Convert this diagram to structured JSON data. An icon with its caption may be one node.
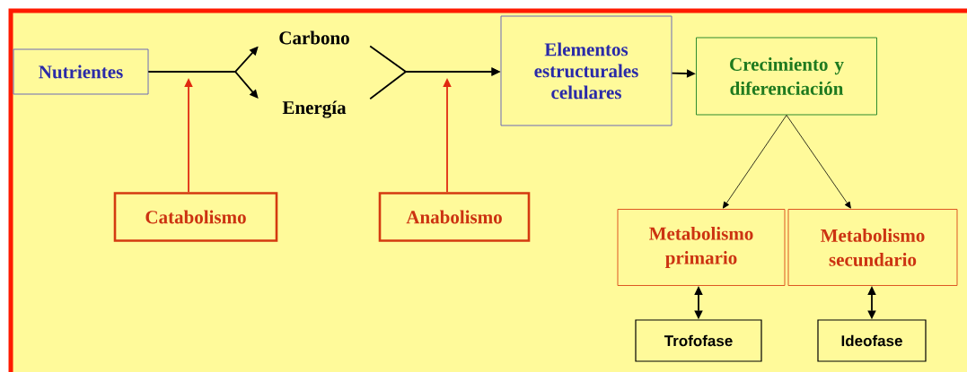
{
  "diagram": {
    "nodes": [
      {
        "text": [
          "Nutrientes"
        ]
      },
      {
        "text": [
          "Carbono"
        ]
      },
      {
        "text": [
          "Energía"
        ]
      },
      {
        "text": [
          "Elementos estructurales celulares"
        ]
      },
      {
        "text": [
          "Crecimiento y diferenciación"
        ]
      },
      {
        "text": [
          "Catabolismo"
        ]
      },
      {
        "text": [
          "Anabolismo"
        ]
      },
      {
        "text": [
          "Metabolismo primario"
        ]
      },
      {
        "text": [
          "Metabolismo secundario"
        ]
      },
      {
        "text": [
          "Trofofase"
        ]
      },
      {
        "text": [
          "Ideofase"
        ]
      }
    ],
    "edges": [
      {
        "from": 0,
        "to": 1,
        "arrow": "to"
      },
      {
        "from": 0,
        "to": 2,
        "arrow": "to"
      },
      {
        "from": 1,
        "to": 3,
        "arrow": "to"
      },
      {
        "from": 2,
        "to": 3,
        "arrow": "to"
      },
      {
        "from": 3,
        "to": 4,
        "arrow": "to"
      },
      {
        "from": 5,
        "to": null,
        "arrow": "to",
        "color": "#e02a10"
      },
      {
        "from": 6,
        "to": null,
        "arrow": "to",
        "color": "#e02a10"
      },
      {
        "from": 4,
        "to": 7,
        "arrow": "to"
      },
      {
        "from": 4,
        "to": 8,
        "arrow": "to"
      },
      {
        "from": 7,
        "to": 9,
        "arrow": "both"
      },
      {
        "from": 8,
        "to": 10,
        "arrow": "both"
      }
    ]
  }
}
